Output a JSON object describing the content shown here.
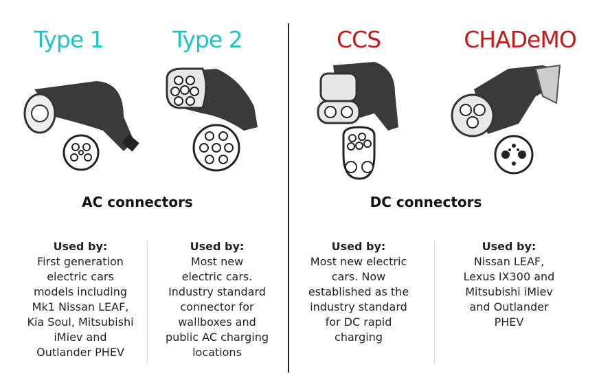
{
  "colors": {
    "ac": "#1fc4c4",
    "dc": "#c41a1a",
    "handle": "#3a3a3a"
  },
  "connectors": [
    {
      "name": "Type 1",
      "type": "ac",
      "used_by": "Used by:",
      "lines": [
        "First generation",
        "electric cars",
        "models including",
        "Mk1 Nissan LEAF,",
        "Kia Soul, Mitsubishi",
        "iMiev and",
        "Outlander PHEV"
      ]
    },
    {
      "name": "Type 2",
      "type": "ac",
      "used_by": "Used by:",
      "lines": [
        "Most new",
        "electric cars.",
        "Industry standard",
        "connector for",
        "wallboxes and",
        "public AC charging",
        "locations"
      ]
    },
    {
      "name": "CCS",
      "type": "dc",
      "used_by": "Used by:",
      "lines": [
        "Most new electric",
        "cars. Now",
        "established as the",
        "industry standard",
        "for DC rapid",
        "charging"
      ]
    },
    {
      "name": "CHADeMO",
      "type": "dc",
      "used_by": "Used by:",
      "lines": [
        "Nissan LEAF,",
        "Lexus IX300 and",
        "Mitsubishi iMiev",
        "and Outlander",
        "PHEV"
      ]
    }
  ],
  "groups": {
    "ac": "AC connectors",
    "dc": "DC connectors"
  }
}
